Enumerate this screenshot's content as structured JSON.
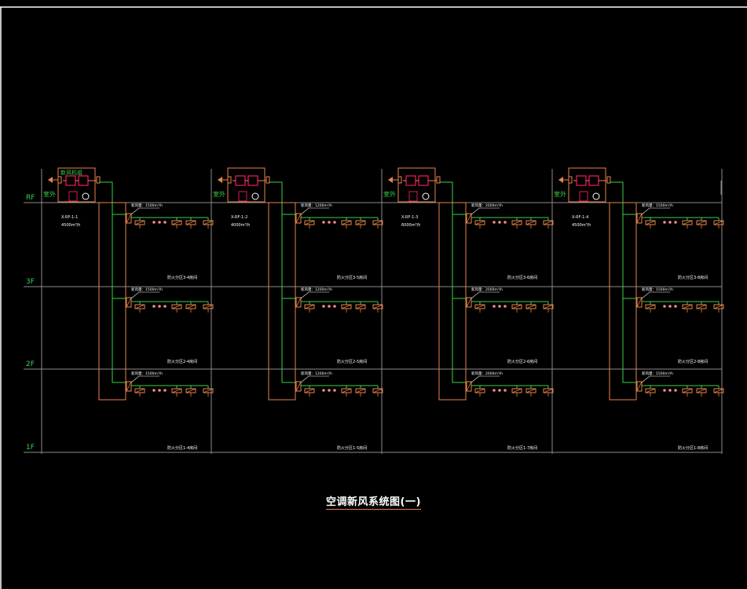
{
  "title": "空调新风系统图(一)",
  "floors": [
    "RF",
    "3F",
    "2F",
    "1F"
  ],
  "colors": {
    "background": "#000000",
    "frame": "#ffffff",
    "floor_line": "#8c8c8c",
    "floor_label": "#37d24a",
    "duct": "#e8834a",
    "pipe": "#37d24a",
    "unit_red": "#e0185a",
    "text": "#ffffff"
  },
  "systems": [
    {
      "unit_label": "新风机组",
      "outdoor_label": "室外",
      "unit_code": "X-RF-1-1",
      "unit_flow": "4500m³/h",
      "branch_flows": [
        "新风量：1500m³/h",
        "新风量：1500m³/h",
        "新风量：1500m³/h"
      ],
      "zone_labels": [
        "防火分区3-4房间",
        "防火分区2-4房间",
        "防火分区1-4房间"
      ]
    },
    {
      "unit_label": "",
      "outdoor_label": "室外",
      "unit_code": "X-RF-1-2",
      "unit_flow": "4000m³/h",
      "branch_flows": [
        "新风量：1200m³/h",
        "新风量：1200m³/h",
        "新风量：1200m³/h"
      ],
      "zone_labels": [
        "防火分区3-5房间",
        "防火分区2-5房间",
        "防火分区1-5房间"
      ]
    },
    {
      "unit_label": "",
      "outdoor_label": "室外",
      "unit_code": "X-RF-1-3",
      "unit_flow": "6000m³/h",
      "branch_flows": [
        "新风量：2000m³/h",
        "新风量：2000m³/h",
        "新风量：2000m³/h"
      ],
      "zone_labels": [
        "防火分区3-6房间",
        "防火分区2-6房间",
        "防火分区1-7房间"
      ]
    },
    {
      "unit_label": "",
      "outdoor_label": "室外",
      "unit_code": "X-RF-1-4",
      "unit_flow": "4500m³/h",
      "branch_flows": [
        "新风量：1500m³/h",
        "新风量：1500m³/h",
        "新风量：1500m³/h"
      ],
      "zone_labels": [
        "防火分区3-8房间",
        "防火分区2-8房间",
        "防火分区1-8房间"
      ]
    }
  ]
}
